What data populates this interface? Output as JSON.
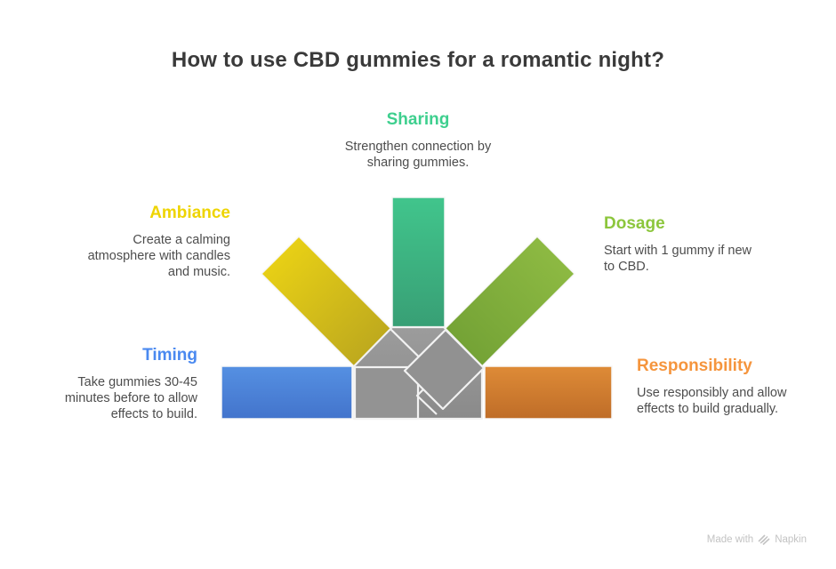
{
  "title": "How to use CBD gummies for a romantic night?",
  "sections": [
    {
      "id": "sharing",
      "label": "Sharing",
      "description": "Strengthen connection by\nsharing gummies.",
      "color": "#3ecf8e",
      "position": "top-center"
    },
    {
      "id": "ambiance",
      "label": "Ambiance",
      "description": "Create a calming\natmosphere with candles\nand music.",
      "color": "#eed402",
      "position": "upper-left"
    },
    {
      "id": "dosage",
      "label": "Dosage",
      "description": "Start with 1 gummy if new\nto CBD.",
      "color": "#8cc63c",
      "position": "upper-right"
    },
    {
      "id": "timing",
      "label": "Timing",
      "description": "Take gummies 30-45\nminutes before to allow\neffects to build.",
      "color": "#4a89f0",
      "position": "lower-left"
    },
    {
      "id": "responsibility",
      "label": "Responsibility",
      "description": "Use responsibly and allow\neffects to build gradually.",
      "color": "#f5953d",
      "position": "lower-right"
    }
  ],
  "graphic": {
    "type": "converging-arrows",
    "arrow_colors": {
      "sharing": "#3cbf86",
      "ambiance": "#e3cc18",
      "dosage": "#85b23e",
      "timing": "#4d84d8",
      "responsibility": "#d28031"
    },
    "head_color": "#929292",
    "outline_color": "#f2f2f2"
  },
  "watermark": {
    "prefix": "Made with",
    "brand": "Napkin",
    "color": "#c3c3c3"
  }
}
